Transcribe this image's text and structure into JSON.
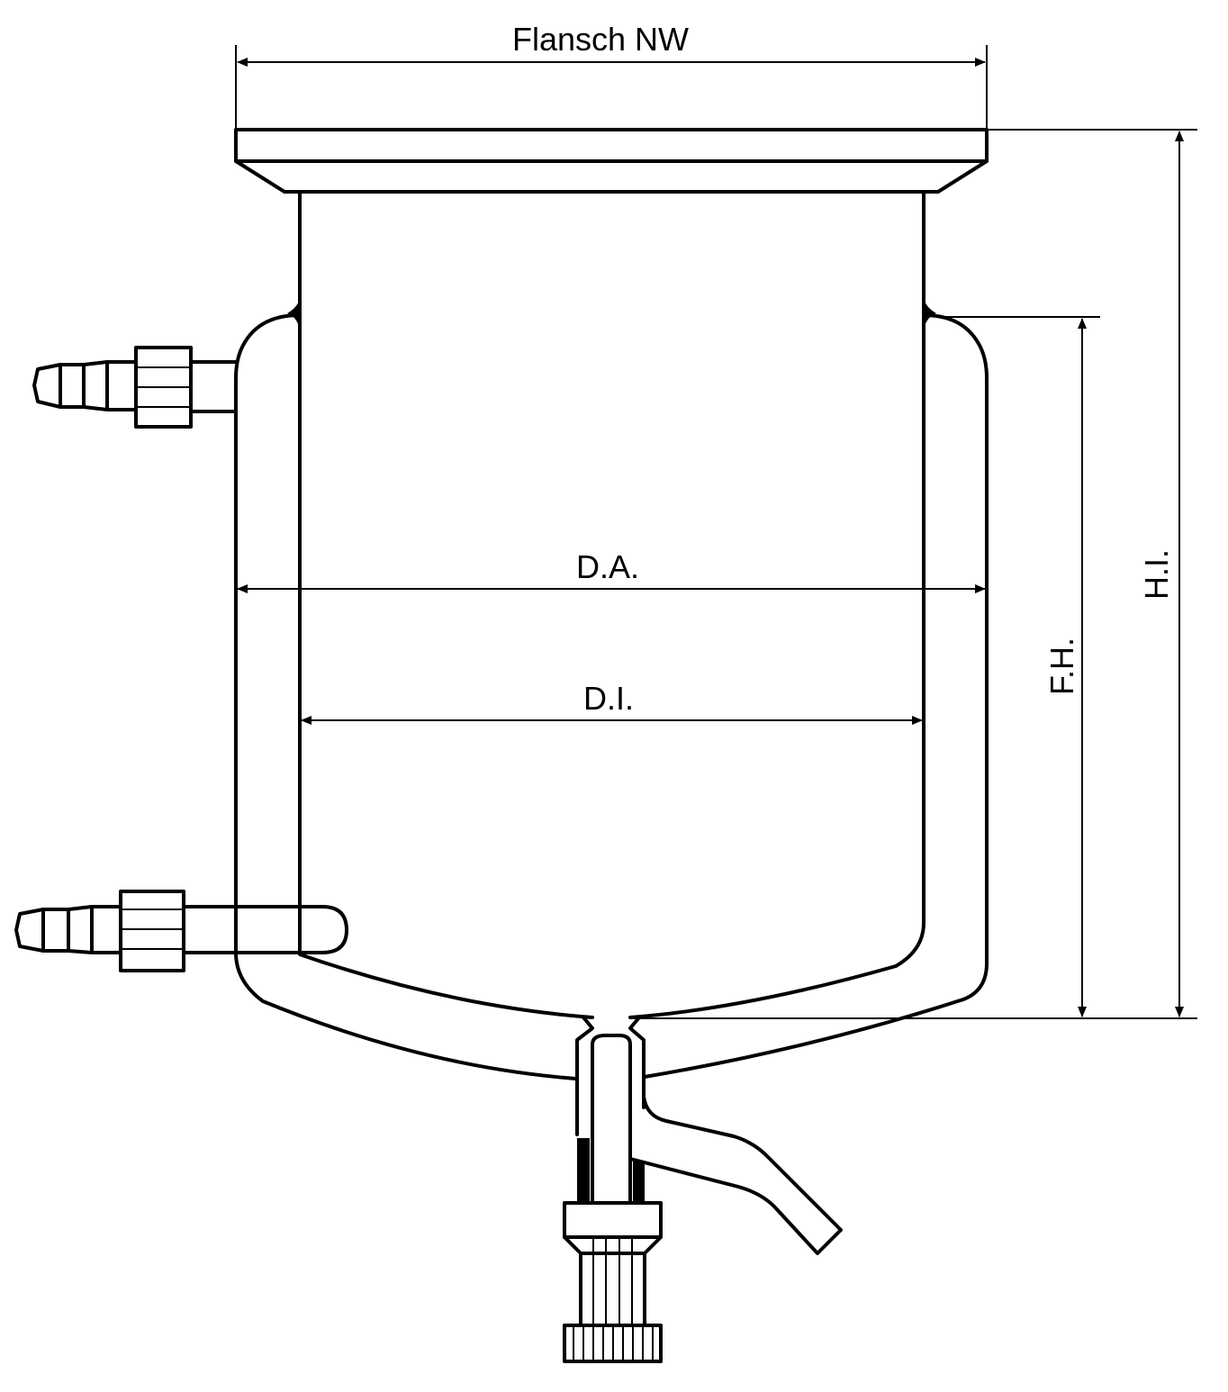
{
  "labels": {
    "flange_width": "Flansch NW",
    "outer_diameter": "D.A.",
    "inner_diameter": "D.I.",
    "fill_height": "F.H.",
    "inner_height": "H.I."
  }
}
